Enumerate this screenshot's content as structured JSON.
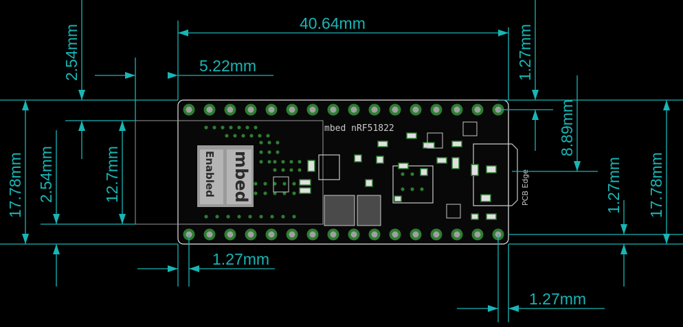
{
  "dimensions": {
    "board_length": "40.64mm",
    "pin_offset": "5.22mm",
    "top_pin_gap_left": "2.54mm",
    "top_right_gap": "1.27mm",
    "board_width_left": "17.78mm",
    "module_inner_offset": "2.54mm",
    "module_height": "12.7mm",
    "usb_offset": "8.89mm",
    "right_small_gap": "1.27mm",
    "board_width_right": "17.78mm",
    "bottom_left_gap": "1.27mm",
    "bottom_right_gap": "1.27mm"
  },
  "silkscreen": {
    "title": "mbed nRF51822",
    "pcb_edge": "PCB Edge",
    "logo_main": "mbed",
    "logo_sub": "Enabled"
  },
  "colors": {
    "background": "#000000",
    "dimension": "#19b5b5",
    "board_fill": "#080808",
    "outline": "#e6e6e6",
    "pad_green": "#2e7d32",
    "pad_hole": "#a0a0a0",
    "silk": "#c9c9c9"
  }
}
